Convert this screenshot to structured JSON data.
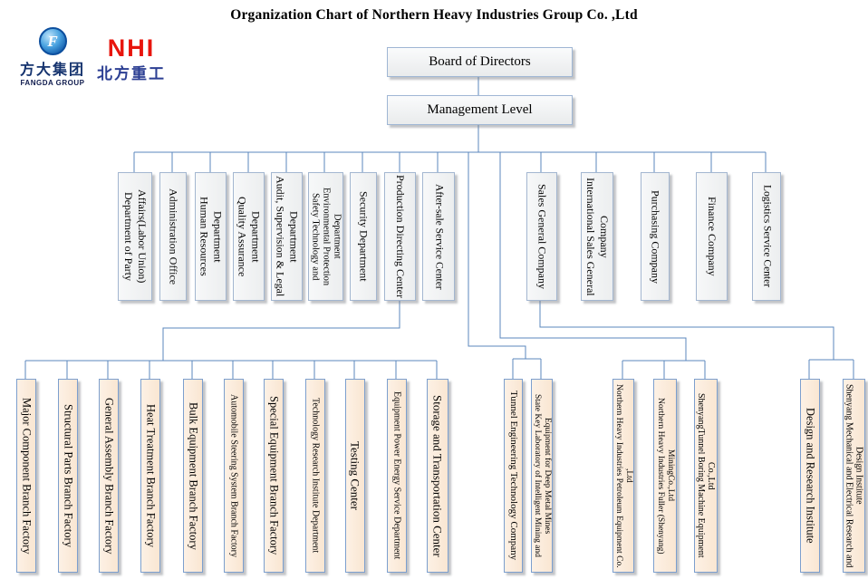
{
  "title": "Organization Chart of Northern Heavy Industries  Group Co. ,Ltd",
  "logos": {
    "fangda": {
      "monogram": "F",
      "name_cn": "方大集团",
      "name_en": "FANGDA GROUP"
    },
    "nhi": {
      "abbr": "NHI",
      "name_cn": "北方重工"
    }
  },
  "top": {
    "board": "Board of Directors",
    "management": "Management Level"
  },
  "departments": [
    "Department of Party Affairs(Labor Union)",
    "Administration Office",
    "Human Resources Department",
    "Quality Assurance Department",
    "Audit, Supervision & Legal Department",
    "Safety Technology and Environmental Protection Department",
    "Security Department",
    "Production Directing Center",
    "After-sale Service Center",
    "Sales General Company",
    "International Sales General Company",
    "Purchasing Company",
    "Finance Company",
    "Logistics Service Center"
  ],
  "factories": [
    "Major Component Branch Factory",
    "Structural Parts Branch Factory",
    "General Assembly Branch Factory",
    "Heat Treatment Branch Factory",
    "Bulk Equipment Branch Factory",
    "Automobile Steering System Branch Factory",
    "Special Equipment Branch Factory",
    "Technology Research Institute Department",
    "Testing Center",
    "Equipment Power Energy Service Department",
    "Storage and Transportation Center"
  ],
  "tunnel_group": [
    "Tunnel Engineering Technology Company",
    "State Key Laboratory of Intelligent Mining and Equipment for Deep Metal Mines"
  ],
  "mining_group": [
    "Northern Heavy Industries Petroleum Equipment Co. ,Ltd",
    "Northern Heavy Industries Fuller (Shenyang) MiningCo.,Ltd",
    "ShenyangTunnel Boring Machine Equipment Co.,Ltd"
  ],
  "research_group": [
    "Design and Research Institute",
    "Shenyang Mechanical and Electrical Research and Design Institute"
  ],
  "structure": {
    "factories_parent": "Production Directing Center",
    "tunnel_group_parent": "Management Level",
    "mining_group_parent": "Management Level",
    "research_group_parent": "Sales General Company"
  },
  "colors": {
    "connector_blue": "#5b87bd",
    "gray_box_fill": "#eff0f1",
    "gray_box_border": "#a3b6d0",
    "peach_box_fill": "#fbe9d8",
    "peach_box_border": "#7c9fce",
    "nhi_red": "#e8150d",
    "logo_blue": "#15336e"
  }
}
